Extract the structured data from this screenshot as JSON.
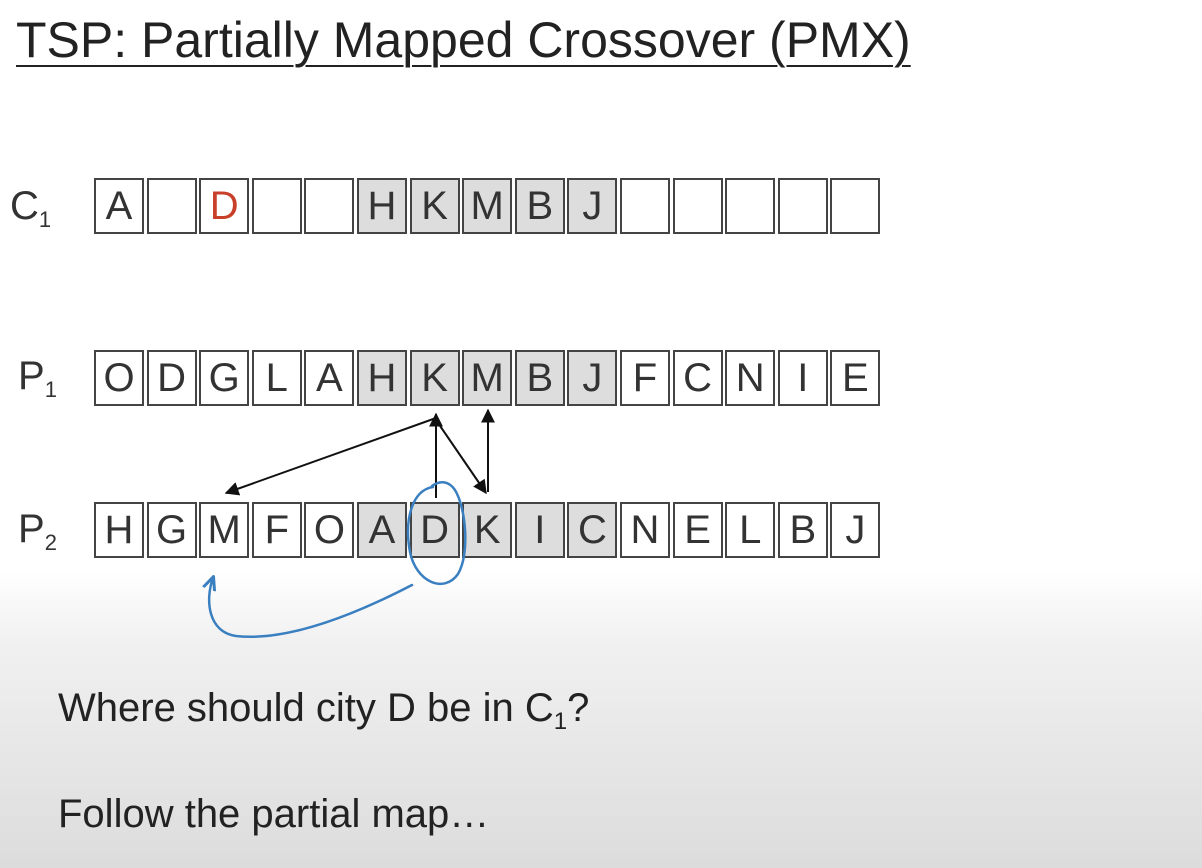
{
  "title": "TSP: Partially Mapped Crossover (PMX)",
  "rows": [
    {
      "label_main": "C",
      "label_sub": "1",
      "cells": [
        {
          "text": "A",
          "shaded": false,
          "red": false
        },
        {
          "text": "",
          "shaded": false,
          "red": false
        },
        {
          "text": "D",
          "shaded": false,
          "red": true
        },
        {
          "text": "",
          "shaded": false,
          "red": false
        },
        {
          "text": "",
          "shaded": false,
          "red": false
        },
        {
          "text": "H",
          "shaded": true,
          "red": false
        },
        {
          "text": "K",
          "shaded": true,
          "red": false
        },
        {
          "text": "M",
          "shaded": true,
          "red": false
        },
        {
          "text": "B",
          "shaded": true,
          "red": false
        },
        {
          "text": "J",
          "shaded": true,
          "red": false
        },
        {
          "text": "",
          "shaded": false,
          "red": false
        },
        {
          "text": "",
          "shaded": false,
          "red": false
        },
        {
          "text": "",
          "shaded": false,
          "red": false
        },
        {
          "text": "",
          "shaded": false,
          "red": false
        },
        {
          "text": "",
          "shaded": false,
          "red": false
        }
      ]
    },
    {
      "label_main": "P",
      "label_sub": "1",
      "cells": [
        {
          "text": "O",
          "shaded": false,
          "red": false
        },
        {
          "text": "D",
          "shaded": false,
          "red": false
        },
        {
          "text": "G",
          "shaded": false,
          "red": false
        },
        {
          "text": "L",
          "shaded": false,
          "red": false
        },
        {
          "text": "A",
          "shaded": false,
          "red": false
        },
        {
          "text": "H",
          "shaded": true,
          "red": false
        },
        {
          "text": "K",
          "shaded": true,
          "red": false
        },
        {
          "text": "M",
          "shaded": true,
          "red": false
        },
        {
          "text": "B",
          "shaded": true,
          "red": false
        },
        {
          "text": "J",
          "shaded": true,
          "red": false
        },
        {
          "text": "F",
          "shaded": false,
          "red": false
        },
        {
          "text": "C",
          "shaded": false,
          "red": false
        },
        {
          "text": "N",
          "shaded": false,
          "red": false
        },
        {
          "text": "I",
          "shaded": false,
          "red": false
        },
        {
          "text": "E",
          "shaded": false,
          "red": false
        }
      ]
    },
    {
      "label_main": "P",
      "label_sub": "2",
      "cells": [
        {
          "text": "H",
          "shaded": false,
          "red": false
        },
        {
          "text": "G",
          "shaded": false,
          "red": false
        },
        {
          "text": "M",
          "shaded": false,
          "red": false
        },
        {
          "text": "F",
          "shaded": false,
          "red": false
        },
        {
          "text": "O",
          "shaded": false,
          "red": false
        },
        {
          "text": "A",
          "shaded": true,
          "red": false
        },
        {
          "text": "D",
          "shaded": true,
          "red": false
        },
        {
          "text": "K",
          "shaded": true,
          "red": false
        },
        {
          "text": "I",
          "shaded": true,
          "red": false
        },
        {
          "text": "C",
          "shaded": true,
          "red": false
        },
        {
          "text": "N",
          "shaded": false,
          "red": false
        },
        {
          "text": "E",
          "shaded": false,
          "red": false
        },
        {
          "text": "L",
          "shaded": false,
          "red": false
        },
        {
          "text": "B",
          "shaded": false,
          "red": false
        },
        {
          "text": "J",
          "shaded": false,
          "red": false
        }
      ]
    }
  ],
  "question_text": "Where should city D be in C",
  "question_sub": "1",
  "question_end": "?",
  "follow_text": "Follow the partial map…",
  "colors": {
    "red_text": "#c8402a",
    "shaded_cell": "#dddddd",
    "annotation_blue": "#3a7fc0",
    "arrow": "#111111"
  }
}
